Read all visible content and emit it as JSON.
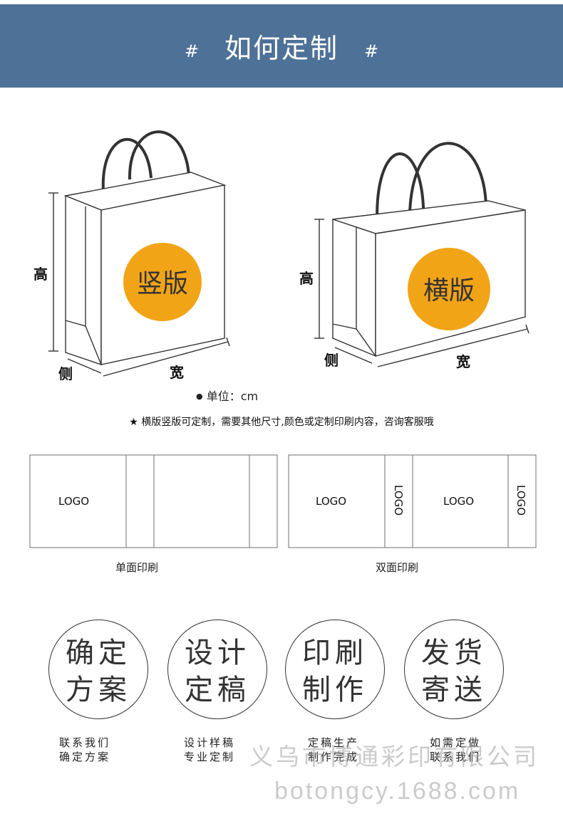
{
  "header": {
    "hash_left": "#",
    "title": "如何定制",
    "hash_right": "#"
  },
  "bags": {
    "vertical": {
      "badge": "竖版",
      "height_label": "高",
      "side_label": "侧",
      "width_label": "宽"
    },
    "horizontal": {
      "badge": "横版",
      "height_label": "高",
      "side_label": "侧",
      "width_label": "宽"
    }
  },
  "unit": {
    "bullet": "●",
    "text": "单位：cm"
  },
  "note": {
    "star": "★",
    "text": "横版竖版可定制，需要其他尺寸,颜色或定制印刷内容，咨询客服哦"
  },
  "layouts": {
    "single": {
      "logo": "LOGO",
      "caption": "单面印刷"
    },
    "double": {
      "logo_front": "LOGO",
      "logo_side1": "LOGO",
      "logo_back": "LOGO",
      "logo_side2": "LOGO",
      "caption": "双面印刷"
    }
  },
  "steps": [
    {
      "line1": "确定",
      "line2": "方案",
      "desc1": "联系我们",
      "desc2": "确定方案"
    },
    {
      "line1": "设计",
      "line2": "定稿",
      "desc1": "设计样稿",
      "desc2": "专业定制"
    },
    {
      "line1": "印刷",
      "line2": "制作",
      "desc1": "定稿生产",
      "desc2": "制作完成"
    },
    {
      "line1": "发货",
      "line2": "寄送",
      "desc1": "如需定做",
      "desc2": "联系我们"
    }
  ],
  "watermark": {
    "company": "义乌市博通彩印有限公司",
    "site": "botongcy.1688.com"
  },
  "colors": {
    "banner": "#4e7197",
    "badge": "#f2a417",
    "line": "#333333"
  }
}
